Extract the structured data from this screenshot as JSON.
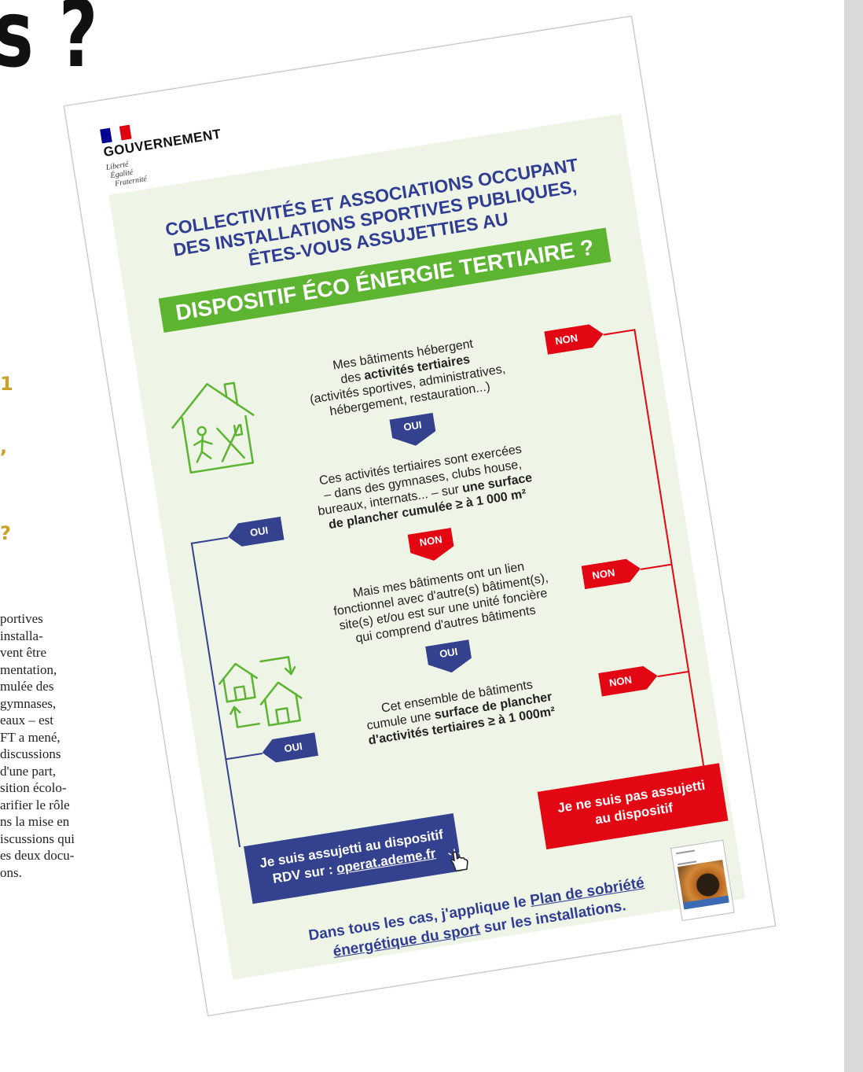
{
  "article": {
    "title_fragment": "s ?",
    "gold_fragments": [
      "1",
      ",",
      "?"
    ],
    "body_lines": [
      "portives",
      "installa-",
      "vent être",
      "mentation,",
      "mulée des",
      "gymnases,",
      "eaux – est",
      "FT a mené,",
      "discussions",
      "d'une part,",
      "sition écolo-",
      "arifier le rôle",
      "ns la mise en",
      "iscussions qui",
      "es deux docu-",
      "ons."
    ]
  },
  "poster": {
    "gov_name": "GOUVERNEMENT",
    "motto": [
      "Liberté",
      "Égalité",
      "Fraternité"
    ],
    "heading_lines": [
      "COLLECTIVITÉS ET ASSOCIATIONS OCCUPANT",
      "DES INSTALLATIONS SPORTIVES PUBLIQUES,",
      "ÊTES-VOUS ASSUJETTIES AU"
    ],
    "banner": "DISPOSITIF ÉCO ÉNERGIE TERTIAIRE ?",
    "q1": {
      "l1": "Mes bâtiments hébergent",
      "l2a": "des ",
      "l2b": "activités tertiaires",
      "l3": "(activités sportives, administratives,",
      "l4": "hébergement, restauration...)"
    },
    "q2": {
      "l1": "Ces activités tertiaires sont exercées",
      "l2": "– dans des gymnases, clubs house,",
      "l3a": "bureaux, internats... – sur ",
      "l3b": "une surface",
      "l4": "de plancher cumulée ≥ à 1 000 m²"
    },
    "q3": {
      "l1": "Mais mes bâtiments ont un lien",
      "l2": "fonctionnel avec d'autre(s) bâtiment(s),",
      "l3": "site(s) et/ou est sur une unité foncière",
      "l4": "qui comprend d'autres bâtiments"
    },
    "q4": {
      "l1": "Cet ensemble de bâtiments",
      "l2a": "cumule une ",
      "l2b": "surface de plancher",
      "l3": "d'activités tertiaires ≥ à 1 000m²"
    },
    "labels": {
      "oui": "OUI",
      "non": "NON"
    },
    "result_yes": {
      "l1": "Je suis assujetti au dispositif",
      "l2a": "RDV sur : ",
      "l2b": "operat.ademe.fr"
    },
    "result_no": {
      "l1": "Je ne suis pas assujetti",
      "l2": "au dispositif"
    },
    "footer": {
      "a": "Dans tous les cas, j'applique le ",
      "link1": "Plan de sobriété",
      "link2": "énergétique du sport",
      "b": " sur les installations."
    },
    "colors": {
      "blue": "#34418f",
      "red": "#e30613",
      "green": "#5cb431",
      "panel": "#eef4e6",
      "gold": "#c9a227"
    }
  }
}
